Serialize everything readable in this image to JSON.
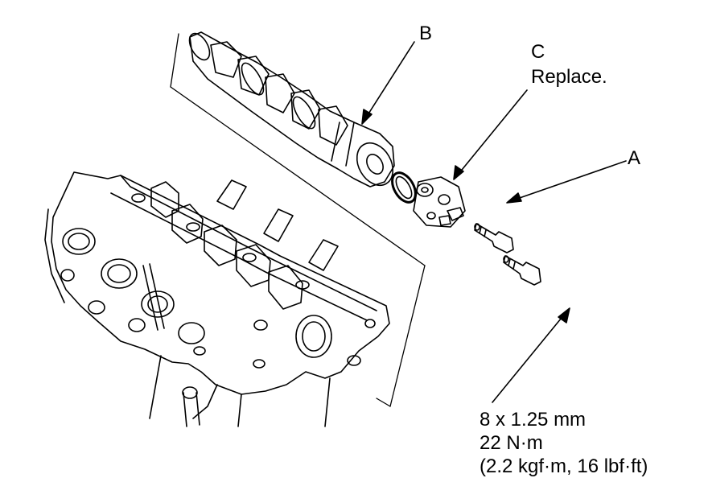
{
  "labels": {
    "a": "A",
    "b": "B",
    "c": "C",
    "c_note": "Replace."
  },
  "torque_spec": {
    "bolt_size": "8 x 1.25 mm",
    "torque_nm": "22 N·m",
    "torque_alt": "(2.2 kgf·m, 16 lbf·ft)"
  },
  "colors": {
    "line": "#000000",
    "background": "#ffffff"
  }
}
